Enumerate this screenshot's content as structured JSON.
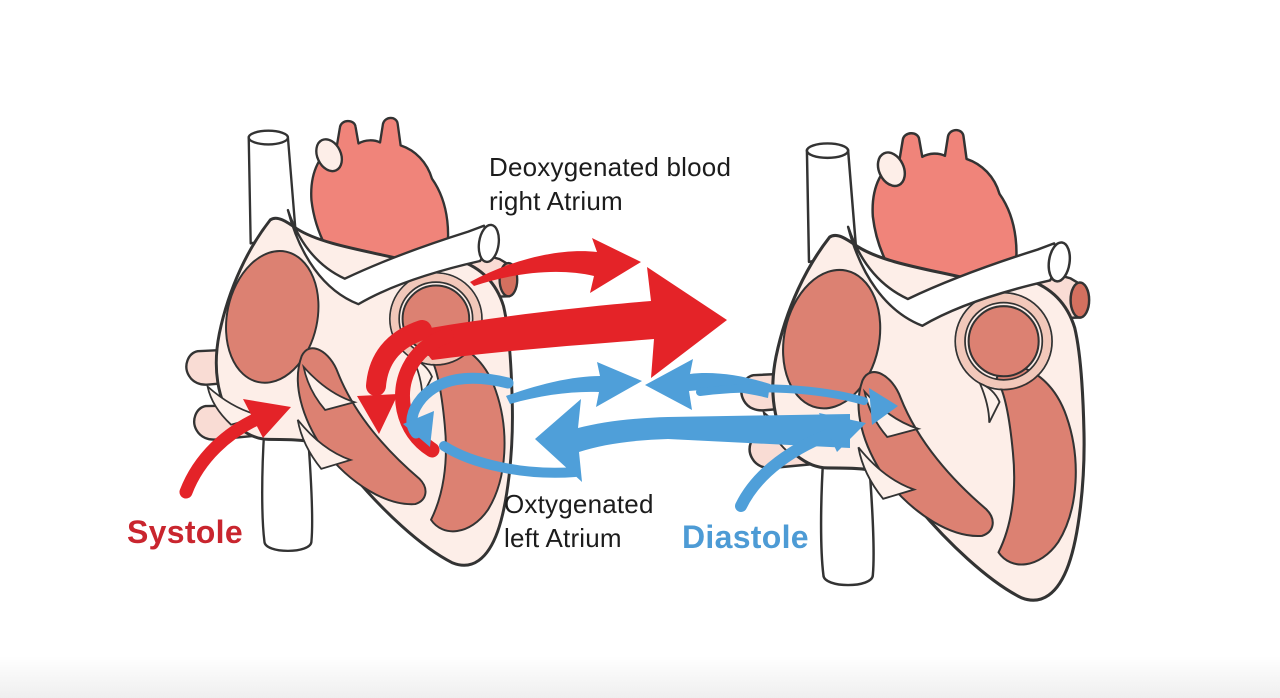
{
  "labels": {
    "deoxygenated": "Deoxygenated blood\nright Atrium",
    "oxygenated": "Oxtygenated\nleft Atrium",
    "systole": "Systole",
    "diastole": "Diastole"
  },
  "hearts": {
    "left": "heart cross-section during systole",
    "right": "heart cross-section during diastole"
  },
  "flows": [
    {
      "name": "deoxygenated-flow-arrow-small",
      "color": "#e42328",
      "direction": "right"
    },
    {
      "name": "deoxygenated-flow-arrow-large",
      "color": "#e42328",
      "direction": "right"
    },
    {
      "name": "ventricle-inflow-arrow-red",
      "color": "#e42328",
      "direction": "down"
    },
    {
      "name": "systole-pointer-arrow",
      "color": "#e42328",
      "direction": "up-right"
    },
    {
      "name": "oxygenated-flow-arrow-small-right",
      "color": "#4f9fd9",
      "direction": "right"
    },
    {
      "name": "oxygenated-flow-arrow-small-left",
      "color": "#4f9fd9",
      "direction": "left"
    },
    {
      "name": "oxygenated-flow-arrow-large",
      "color": "#4f9fd9",
      "direction": "left"
    },
    {
      "name": "left-atrium-inflow-arrow-blue",
      "color": "#4f9fd9",
      "direction": "up-left"
    },
    {
      "name": "right-heart-inflow-arrow-blue",
      "color": "#4f9fd9",
      "direction": "up-right"
    },
    {
      "name": "diastole-pointer-arrow",
      "color": "#4f9fd9",
      "direction": "up-right"
    }
  ],
  "colors": {
    "background": "#ffffff",
    "arrow_red": "#e42328",
    "arrow_blue": "#4f9fd9",
    "systole_text": "#c9252e",
    "diastole_text": "#4d9bd5",
    "label_text": "#1c1c1c",
    "aorta": "#f0847a",
    "chamber": "#dc8172",
    "chamber_deep": "#d3705f",
    "heart_body": "#fdeee8",
    "wall_light": "#f2c8ba",
    "vein_pink": "#f9dcd4",
    "outline": "#333333"
  }
}
